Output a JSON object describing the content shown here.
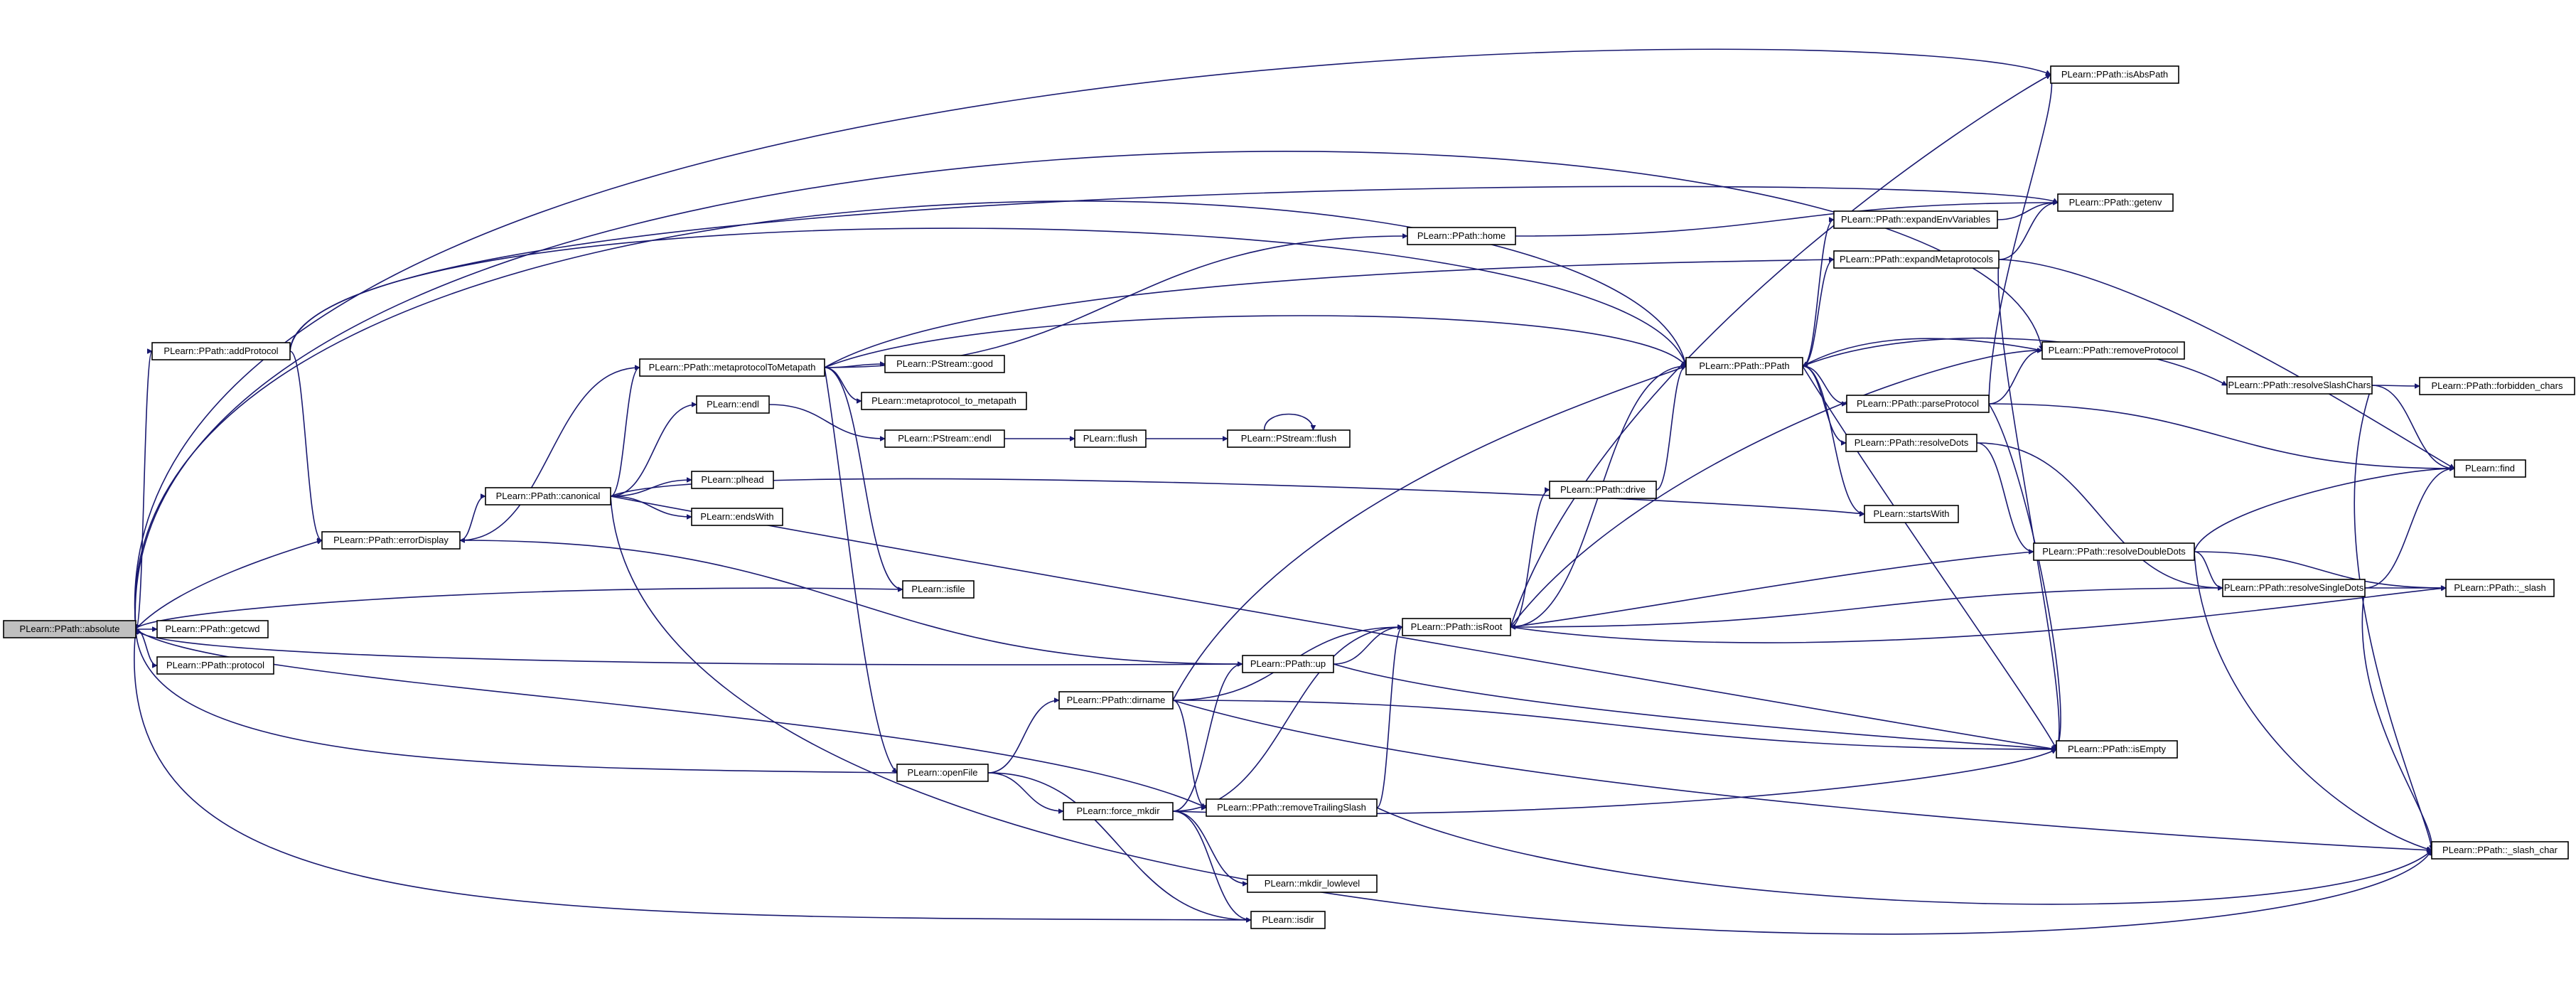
{
  "graph": {
    "root": "absolute",
    "colors": {
      "edge": "#191970",
      "node_border": "#000000",
      "node_fill": "#ffffff",
      "root_fill": "#bfbfbf"
    },
    "nodes": [
      {
        "id": "absolute",
        "label": "PLearn::PPath::absolute"
      },
      {
        "id": "getcwd",
        "label": "PLearn::PPath::getcwd"
      },
      {
        "id": "protocol",
        "label": "PLearn::PPath::protocol"
      },
      {
        "id": "addProtocol",
        "label": "PLearn::PPath::addProtocol"
      },
      {
        "id": "errorDisplay",
        "label": "PLearn::PPath::errorDisplay"
      },
      {
        "id": "canonical",
        "label": "PLearn::PPath::canonical"
      },
      {
        "id": "metaprotocolToMetapath",
        "label": "PLearn::PPath::metaprotocolToMetapath"
      },
      {
        "id": "endl1",
        "label": "PLearn::endl"
      },
      {
        "id": "plhead",
        "label": "PLearn::plhead"
      },
      {
        "id": "endsWith",
        "label": "PLearn::endsWith"
      },
      {
        "id": "isfile",
        "label": "PLearn::isfile"
      },
      {
        "id": "good",
        "label": "PLearn::PStream::good"
      },
      {
        "id": "metaprotocol_to_metapath",
        "label": "PLearn::metaprotocol_to_metapath"
      },
      {
        "id": "pstream_endl",
        "label": "PLearn::PStream::endl"
      },
      {
        "id": "flush",
        "label": "PLearn::flush"
      },
      {
        "id": "pstream_flush",
        "label": "PLearn::PStream::flush"
      },
      {
        "id": "home",
        "label": "PLearn::PPath::home"
      },
      {
        "id": "openFile",
        "label": "PLearn::openFile"
      },
      {
        "id": "up",
        "label": "PLearn::PPath::up"
      },
      {
        "id": "dirname",
        "label": "PLearn::PPath::dirname"
      },
      {
        "id": "force_mkdir",
        "label": "PLearn::force_mkdir"
      },
      {
        "id": "removeTrailingSlash",
        "label": "PLearn::PPath::removeTrailingSlash"
      },
      {
        "id": "mkdir_lowlevel",
        "label": "PLearn::mkdir_lowlevel"
      },
      {
        "id": "isdir",
        "label": "PLearn::isdir"
      },
      {
        "id": "drive",
        "label": "PLearn::PPath::drive"
      },
      {
        "id": "PPath",
        "label": "PLearn::PPath::PPath"
      },
      {
        "id": "isRoot",
        "label": "PLearn::PPath::isRoot"
      },
      {
        "id": "expandEnvVariables",
        "label": "PLearn::PPath::expandEnvVariables"
      },
      {
        "id": "expandMetaprotocols",
        "label": "PLearn::PPath::expandMetaprotocols"
      },
      {
        "id": "parseProtocol",
        "label": "PLearn::PPath::parseProtocol"
      },
      {
        "id": "resolveDots",
        "label": "PLearn::PPath::resolveDots"
      },
      {
        "id": "startsWith",
        "label": "PLearn::startsWith"
      },
      {
        "id": "removeProtocol",
        "label": "PLearn::PPath::removeProtocol"
      },
      {
        "id": "resolveDoubleDots",
        "label": "PLearn::PPath::resolveDoubleDots"
      },
      {
        "id": "isAbsPath",
        "label": "PLearn::PPath::isAbsPath"
      },
      {
        "id": "getenv",
        "label": "PLearn::PPath::getenv"
      },
      {
        "id": "isEmpty",
        "label": "PLearn::PPath::isEmpty"
      },
      {
        "id": "resolveSlashChars",
        "label": "PLearn::PPath::resolveSlashChars"
      },
      {
        "id": "resolveSingleDots",
        "label": "PLearn::PPath::resolveSingleDots"
      },
      {
        "id": "forbidden_chars",
        "label": "PLearn::PPath::forbidden_chars"
      },
      {
        "id": "find",
        "label": "PLearn::find"
      },
      {
        "id": "slash",
        "label": "PLearn::PPath::_slash"
      },
      {
        "id": "slash_char",
        "label": "PLearn::PPath::_slash_char"
      }
    ],
    "edges": [
      [
        "absolute",
        "getcwd"
      ],
      [
        "absolute",
        "protocol"
      ],
      [
        "absolute",
        "addProtocol"
      ],
      [
        "absolute",
        "errorDisplay"
      ],
      [
        "absolute",
        "isAbsPath"
      ],
      [
        "absolute",
        "PPath"
      ],
      [
        "absolute",
        "removeProtocol"
      ],
      [
        "absolute",
        "removeTrailingSlash"
      ],
      [
        "addProtocol",
        "errorDisplay"
      ],
      [
        "addProtocol",
        "getenv"
      ],
      [
        "addProtocol",
        "PPath"
      ],
      [
        "errorDisplay",
        "canonical"
      ],
      [
        "canonical",
        "metaprotocolToMetapath"
      ],
      [
        "canonical",
        "endl1"
      ],
      [
        "canonical",
        "plhead"
      ],
      [
        "canonical",
        "endsWith"
      ],
      [
        "canonical",
        "startsWith"
      ],
      [
        "canonical",
        "isEmpty"
      ],
      [
        "canonical",
        "slash_char"
      ],
      [
        "metaprotocolToMetapath",
        "good"
      ],
      [
        "metaprotocolToMetapath",
        "metaprotocol_to_metapath"
      ],
      [
        "metaprotocolToMetapath",
        "home"
      ],
      [
        "metaprotocolToMetapath",
        "expandMetaprotocols"
      ],
      [
        "metaprotocolToMetapath",
        "PPath"
      ],
      [
        "metaprotocolToMetapath",
        "isfile"
      ],
      [
        "metaprotocolToMetapath",
        "openFile"
      ],
      [
        "metaprotocolToMetapath",
        "errorDisplay"
      ],
      [
        "endl1",
        "pstream_endl"
      ],
      [
        "pstream_endl",
        "flush"
      ],
      [
        "flush",
        "pstream_flush"
      ],
      [
        "pstream_flush",
        "pstream_flush"
      ],
      [
        "home",
        "getenv"
      ],
      [
        "isfile",
        "absolute"
      ],
      [
        "up",
        "errorDisplay"
      ],
      [
        "up",
        "isRoot"
      ],
      [
        "up",
        "isEmpty"
      ],
      [
        "up",
        "absolute"
      ],
      [
        "openFile",
        "absolute"
      ],
      [
        "openFile",
        "dirname"
      ],
      [
        "openFile",
        "force_mkdir"
      ],
      [
        "openFile",
        "isdir"
      ],
      [
        "dirname",
        "PPath"
      ],
      [
        "dirname",
        "isRoot"
      ],
      [
        "dirname",
        "isEmpty"
      ],
      [
        "dirname",
        "removeTrailingSlash"
      ],
      [
        "dirname",
        "slash_char"
      ],
      [
        "force_mkdir",
        "up"
      ],
      [
        "force_mkdir",
        "isRoot"
      ],
      [
        "force_mkdir",
        "isEmpty"
      ],
      [
        "force_mkdir",
        "mkdir_lowlevel"
      ],
      [
        "force_mkdir",
        "isdir"
      ],
      [
        "removeTrailingSlash",
        "isRoot"
      ],
      [
        "removeTrailingSlash",
        "slash_char"
      ],
      [
        "isdir",
        "absolute"
      ],
      [
        "isRoot",
        "drive"
      ],
      [
        "isRoot",
        "PPath"
      ],
      [
        "isRoot",
        "isAbsPath"
      ],
      [
        "isRoot",
        "removeProtocol"
      ],
      [
        "isRoot",
        "slash"
      ],
      [
        "drive",
        "PPath"
      ],
      [
        "PPath",
        "expandEnvVariables"
      ],
      [
        "PPath",
        "expandMetaprotocols"
      ],
      [
        "PPath",
        "parseProtocol"
      ],
      [
        "PPath",
        "resolveDots"
      ],
      [
        "PPath",
        "startsWith"
      ],
      [
        "PPath",
        "resolveSlashChars"
      ],
      [
        "PPath",
        "isEmpty"
      ],
      [
        "expandEnvVariables",
        "getenv"
      ],
      [
        "expandMetaprotocols",
        "getenv"
      ],
      [
        "expandMetaprotocols",
        "find"
      ],
      [
        "expandMetaprotocols",
        "isEmpty"
      ],
      [
        "parseProtocol",
        "isAbsPath"
      ],
      [
        "parseProtocol",
        "removeProtocol"
      ],
      [
        "parseProtocol",
        "find"
      ],
      [
        "parseProtocol",
        "isEmpty"
      ],
      [
        "removeProtocol",
        "PPath"
      ],
      [
        "resolveDots",
        "resolveDoubleDots"
      ],
      [
        "resolveDots",
        "resolveSingleDots"
      ],
      [
        "resolveDoubleDots",
        "isRoot"
      ],
      [
        "resolveDoubleDots",
        "find"
      ],
      [
        "resolveDoubleDots",
        "slash"
      ],
      [
        "resolveDoubleDots",
        "slash_char"
      ],
      [
        "resolveDoubleDots",
        "resolveSingleDots"
      ],
      [
        "resolveSlashChars",
        "forbidden_chars"
      ],
      [
        "resolveSlashChars",
        "find"
      ],
      [
        "resolveSlashChars",
        "slash_char"
      ],
      [
        "resolveSingleDots",
        "isRoot"
      ],
      [
        "resolveSingleDots",
        "find"
      ],
      [
        "resolveSingleDots",
        "slash"
      ],
      [
        "resolveSingleDots",
        "slash_char"
      ]
    ]
  }
}
